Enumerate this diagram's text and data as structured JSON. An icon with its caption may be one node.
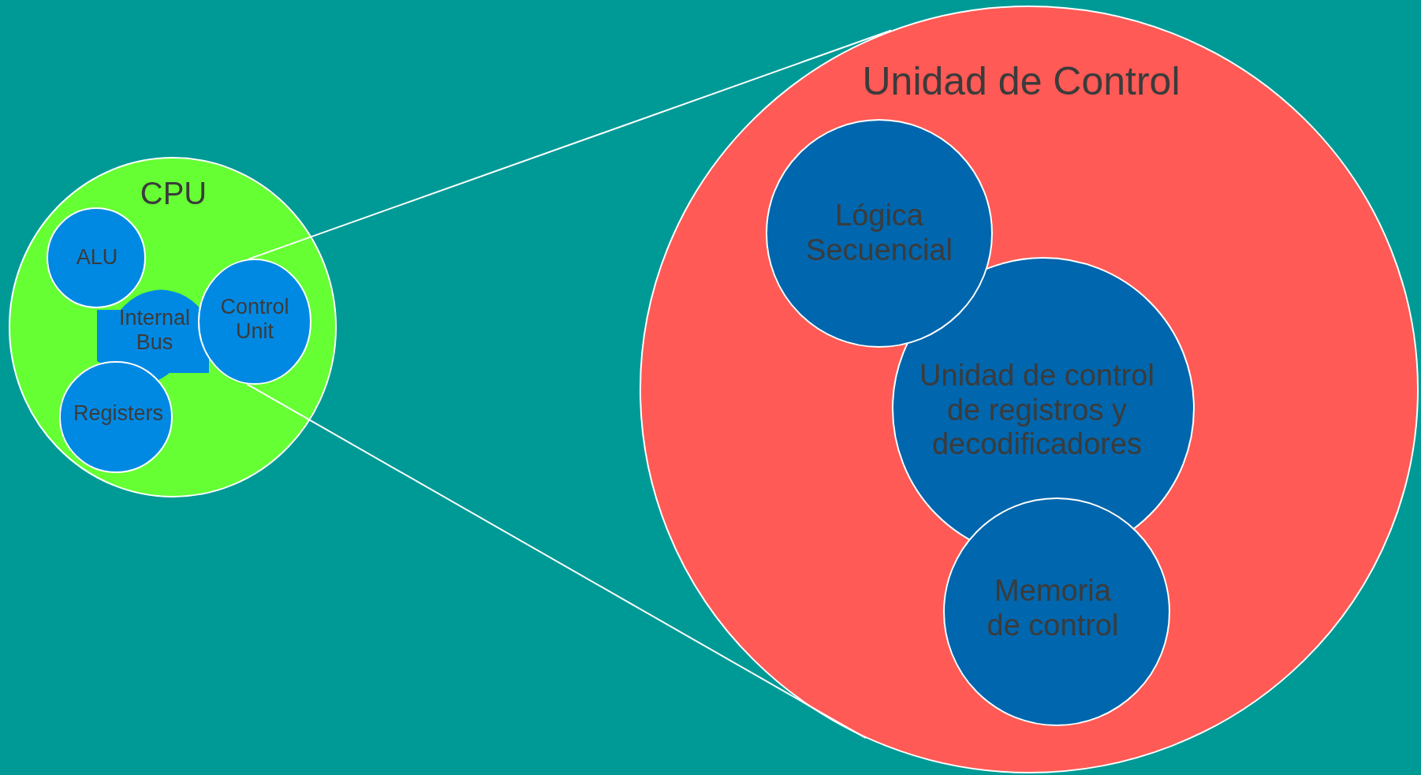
{
  "diagram": {
    "nodes": [
      {
        "text": [
          "CPU"
        ]
      },
      {
        "text": [
          "ALU"
        ],
        "in": 0
      },
      {
        "text": [
          "Internal Bus"
        ],
        "in": 0
      },
      {
        "text": [
          "Control Unit"
        ],
        "in": 0
      },
      {
        "text": [
          "Registers"
        ],
        "in": 0
      },
      {
        "text": [
          "Unidad de Control"
        ]
      },
      {
        "text": [
          "Lógica Secuencial"
        ],
        "in": 5
      },
      {
        "text": [
          "Unidad de control de registros y decodificadores"
        ],
        "in": 5
      },
      {
        "text": [
          "Memoria de control"
        ],
        "in": 5
      }
    ],
    "edges": [
      {
        "from": 3,
        "to": 5,
        "arrow": "none"
      },
      {
        "from": 3,
        "to": 5,
        "arrow": "none"
      }
    ]
  }
}
